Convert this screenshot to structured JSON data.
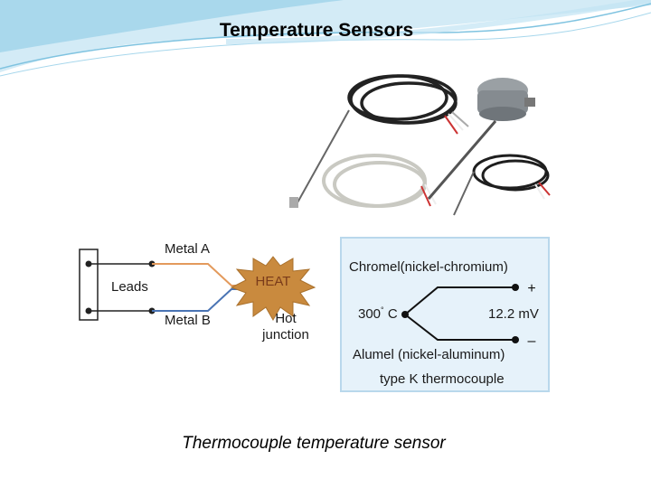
{
  "slide": {
    "title": "Temperature Sensors",
    "caption": "Thermocouple temperature sensor"
  },
  "diagram": {
    "leads_label": "Leads",
    "metal_a_label": "Metal A",
    "metal_b_label": "Metal B",
    "heat_label": "HEAT",
    "hot_junction_line1": "Hot",
    "hot_junction_line2": "junction",
    "colors": {
      "metal_a_wire": "#e39a5c",
      "metal_b_wire": "#4a74b4",
      "heat_burst": "#c98a3e",
      "heat_text": "#7a3b1a"
    }
  },
  "type_k_panel": {
    "top_label": "Chromel(nickel-chromium)",
    "temperature_value": "300",
    "temperature_unit": "C",
    "voltage": "12.2 mV",
    "bottom_label": "Alumel (nickel-aluminum)",
    "caption": "type K thermocouple",
    "plus_sign": "+",
    "minus_sign": "–",
    "colors": {
      "background": "#e6f2fa",
      "border": "#b9d8ec"
    }
  },
  "photo": {
    "icon": "thermocouple-probes-photo"
  },
  "theme": {
    "swoosh_light": "#d3ebf6",
    "swoosh_dark": "#7fc3e0"
  }
}
